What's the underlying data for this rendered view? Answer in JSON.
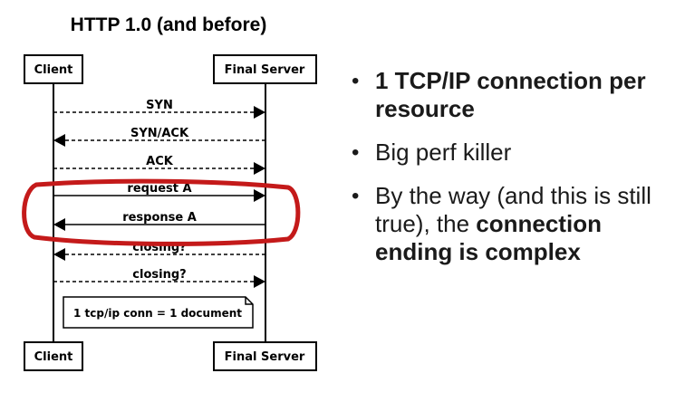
{
  "diagram": {
    "title": "HTTP 1.0 (and before)",
    "participants": [
      "Client",
      "Final Server"
    ],
    "messages": [
      {
        "label": "SYN",
        "from": "Client",
        "to": "Final Server",
        "style": "dashed"
      },
      {
        "label": "SYN/ACK",
        "from": "Final Server",
        "to": "Client",
        "style": "dashed"
      },
      {
        "label": "ACK",
        "from": "Client",
        "to": "Final Server",
        "style": "dashed"
      },
      {
        "label": "request A",
        "from": "Client",
        "to": "Final Server",
        "style": "solid"
      },
      {
        "label": "response A",
        "from": "Final Server",
        "to": "Client",
        "style": "solid"
      },
      {
        "label": "closing?",
        "from": "Final Server",
        "to": "Client",
        "style": "dashed"
      },
      {
        "label": "closing?",
        "from": "Client",
        "to": "Final Server",
        "style": "dashed"
      }
    ],
    "note": "1 tcp/ip conn = 1 document",
    "highlight_color": "#c41a1a"
  },
  "bullets": [
    {
      "parts": [
        {
          "text": "1 TCP/IP connection per resource",
          "bold": true
        }
      ]
    },
    {
      "parts": [
        {
          "text": "Big perf killer",
          "bold": false
        }
      ]
    },
    {
      "parts": [
        {
          "text": "By the way (and this is still true), the ",
          "bold": false
        },
        {
          "text": "connection ending is complex",
          "bold": true
        }
      ]
    }
  ]
}
